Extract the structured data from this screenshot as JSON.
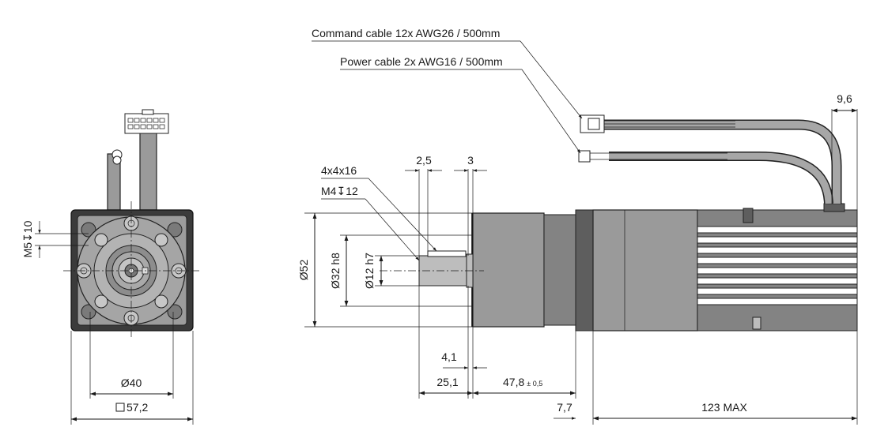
{
  "labels": {
    "command_cable": "Command cable 12x AWG26 / 500mm",
    "power_cable": "Power cable 2x AWG16 / 500mm",
    "keyway": "4x4x16",
    "thread_shaft": "M4",
    "thread_shaft_depth": "12"
  },
  "dimensions": {
    "m5": "M5",
    "m5_depth": "10",
    "d40": "Ø40",
    "sq57": "57,2",
    "d52": "Ø52",
    "d32": "Ø32 h8",
    "d12": "Ø12 h7",
    "d2_5": "2,5",
    "d3": "3",
    "d4_1": "4,1",
    "d25_1": "25,1",
    "d47_8": "47,8",
    "d47_8_tol": "± 0,5",
    "d7_7": "7,7",
    "d123": "123 MAX",
    "d9_6": "9,6"
  },
  "symbols": {
    "depth_glyph": "↧"
  }
}
